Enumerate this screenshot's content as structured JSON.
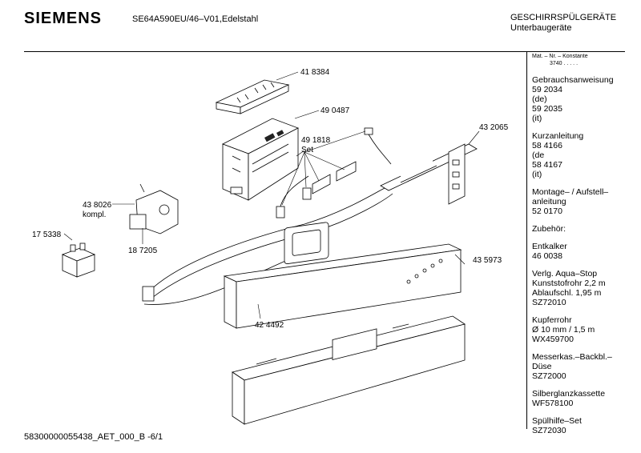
{
  "header": {
    "brand": "SIEMENS",
    "model": "SE64A590EU/46–V01,Edelstahl",
    "category_line1": "GESCHIRRSPÜLGERÄTE",
    "category_line2": "Unterbaugeräte"
  },
  "sidebar": {
    "mat_header": "Mat. – Nr. – Konstante",
    "mat_value": "3740 . . . . .",
    "groups": [
      [
        "Gebrauchsanweisung",
        "59 2034",
        "(de)",
        "59 2035",
        "(it)"
      ],
      [
        "Kurzanleitung",
        "58 4166",
        "(de",
        "58 4167",
        "(it)"
      ],
      [
        "Montage– / Aufstell–",
        "anleitung",
        "52 0170"
      ],
      [
        "Zubehör:"
      ],
      [
        "Entkalker",
        "46 0038"
      ],
      [
        "Verlg. Aqua–Stop",
        "Kunststofrohr 2,2 m",
        "Ablaufschl. 1,95 m",
        "SZ72010"
      ],
      [
        "Kupferrohr",
        "Ø 10 mm / 1,5 m",
        "WX459700"
      ],
      [
        "Messerkas.–Backbl.–",
        "Düse",
        "SZ72000"
      ],
      [
        "Silberglanzkassette",
        "WF578100"
      ],
      [
        "Spülhilfe–Set",
        "SZ72030"
      ]
    ]
  },
  "parts": {
    "p418384": "41 8384",
    "p490487": "49 0487",
    "p491818": "49 1818",
    "set": "Set",
    "p432065": "43 2065",
    "p438026": "43 8026",
    "kompl": "kompl.",
    "p175338": "17 5338",
    "p187205": "18 7205",
    "p435973": "43 5973",
    "p424492": "42 4492"
  },
  "footer": {
    "doc_id": "58300000055438_AET_000_B  -6/1"
  }
}
